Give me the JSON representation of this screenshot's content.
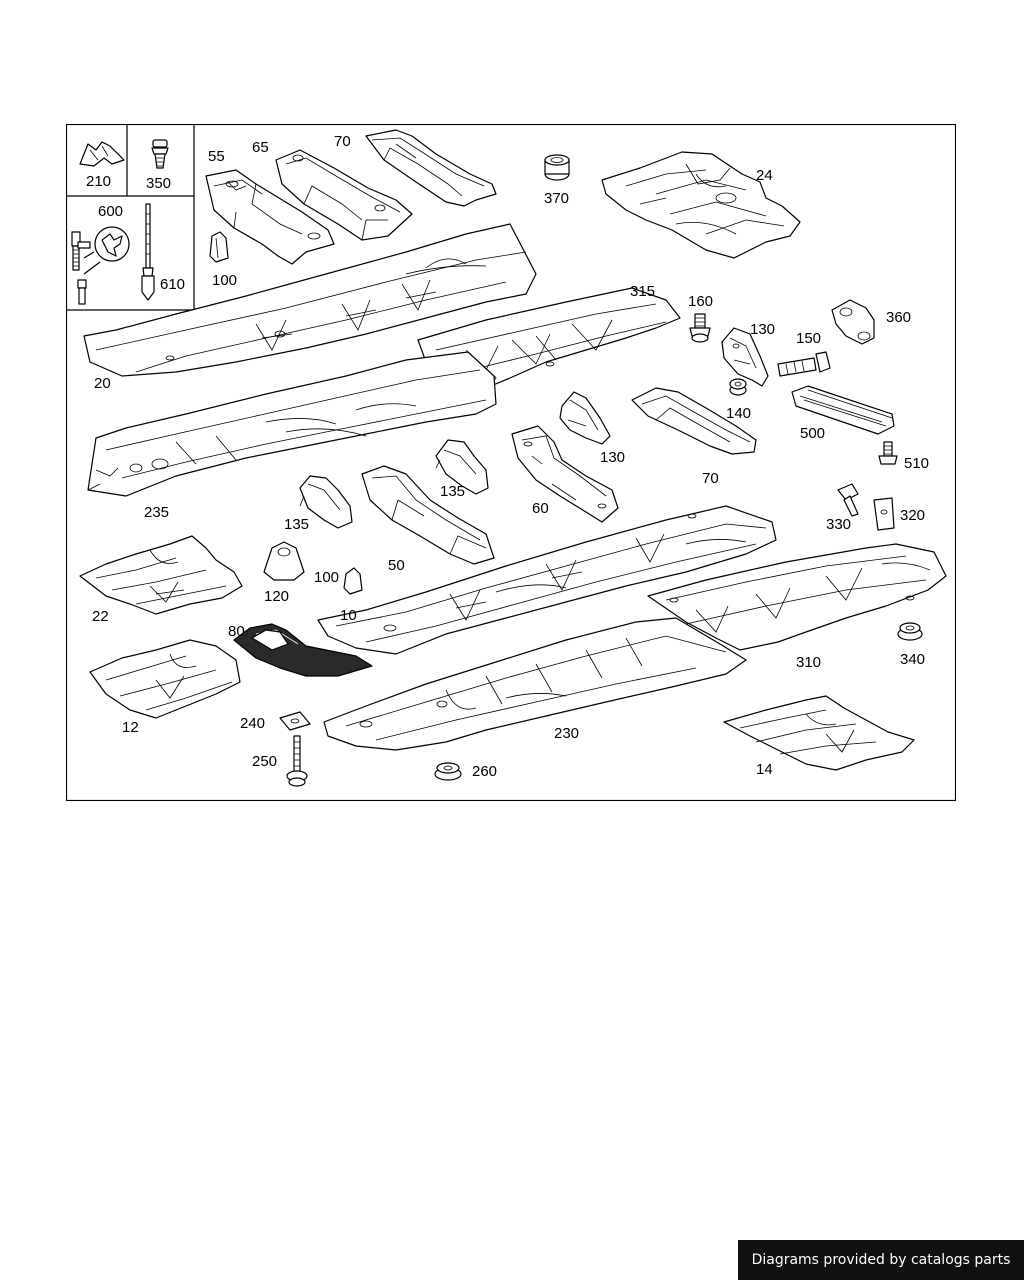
{
  "diagram": {
    "callouts": [
      "210",
      "350",
      "600",
      "610",
      "55",
      "65",
      "70",
      "100",
      "370",
      "24",
      "20",
      "315",
      "160",
      "130",
      "360",
      "150",
      "140",
      "500",
      "510",
      "235",
      "135",
      "60",
      "130",
      "70",
      "135",
      "50",
      "330",
      "320",
      "22",
      "120",
      "100",
      "10",
      "80",
      "310",
      "340",
      "12",
      "240",
      "250",
      "230",
      "260",
      "14"
    ]
  },
  "footer": {
    "text": "Diagrams provided by catalogs parts"
  }
}
